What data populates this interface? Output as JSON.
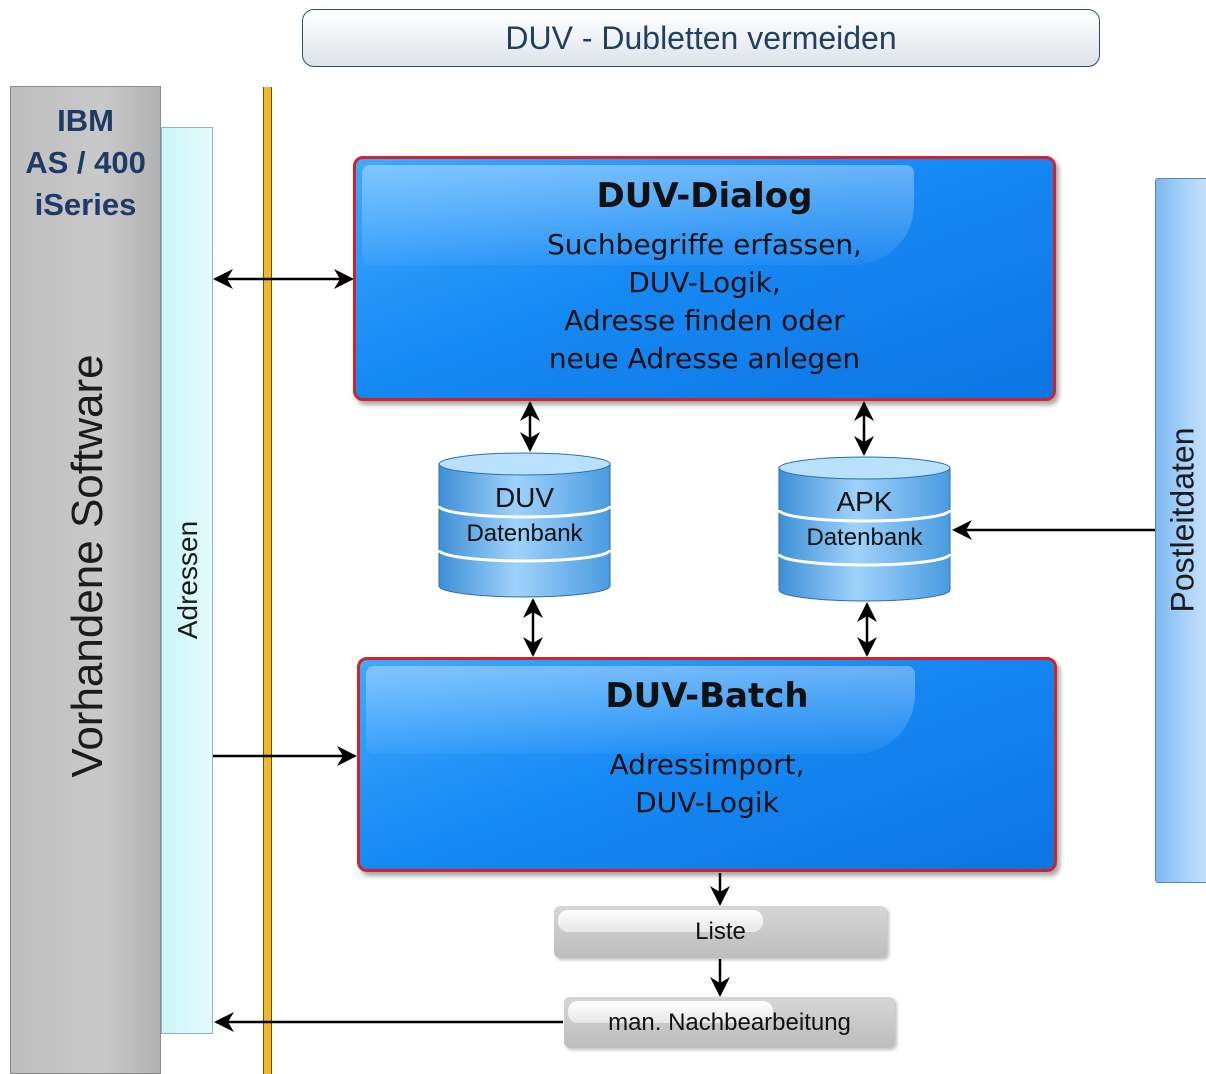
{
  "title": "DUV - Dubletten vermeiden",
  "left_column": {
    "header_lines": [
      "IBM",
      "AS / 400",
      "iSeries"
    ],
    "label": "Vorhandene Software"
  },
  "adressen_label": "Adressen",
  "right_column_label": "Postleitdaten",
  "dialog_box": {
    "title": "DUV-Dialog",
    "lines": [
      "Suchbegriffe erfassen,",
      "DUV-Logik,",
      "Adresse finden oder",
      "neue Adresse anlegen"
    ]
  },
  "batch_box": {
    "title": "DUV-Batch",
    "lines": [
      "Adressimport,",
      "DUV-Logik"
    ]
  },
  "databases": [
    {
      "name": "DUV",
      "sub": "Datenbank"
    },
    {
      "name": "APK",
      "sub": "Datenbank"
    }
  ],
  "liste_label": "Liste",
  "nachbearbeitung_label": "man. Nachbearbeitung",
  "colors": {
    "box_blue": "#1689f4",
    "box_border": "#d2232a",
    "bus": "#f0b82a",
    "left_column": "#c4c4c4",
    "adressen": "#d6f8fa",
    "postleitdaten": "#a9d2fa",
    "title_text": "#1f3f63"
  }
}
